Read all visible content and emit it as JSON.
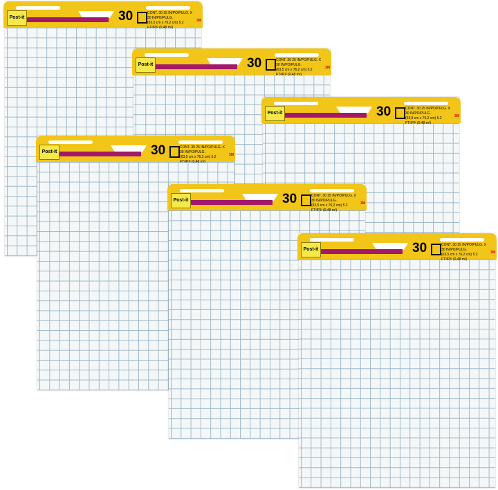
{
  "product": {
    "brand_logo": "Post-it",
    "count": "30",
    "spec_line1": "CONT. 30 25 IN/PO/PULG. X 30 IN/PO/PULG.",
    "spec_line2": "(63,5 cm x 76,2 cm) 5.2 FT²/PI² (0,48 m²)",
    "maker_logo": "3M",
    "header_color": "#f2c519",
    "band_color": "#a3186a",
    "grid_color": "#9fb8c6"
  },
  "pads": [
    {
      "id": 1
    },
    {
      "id": 2
    },
    {
      "id": 3
    },
    {
      "id": 4
    },
    {
      "id": 5
    },
    {
      "id": 6
    }
  ]
}
